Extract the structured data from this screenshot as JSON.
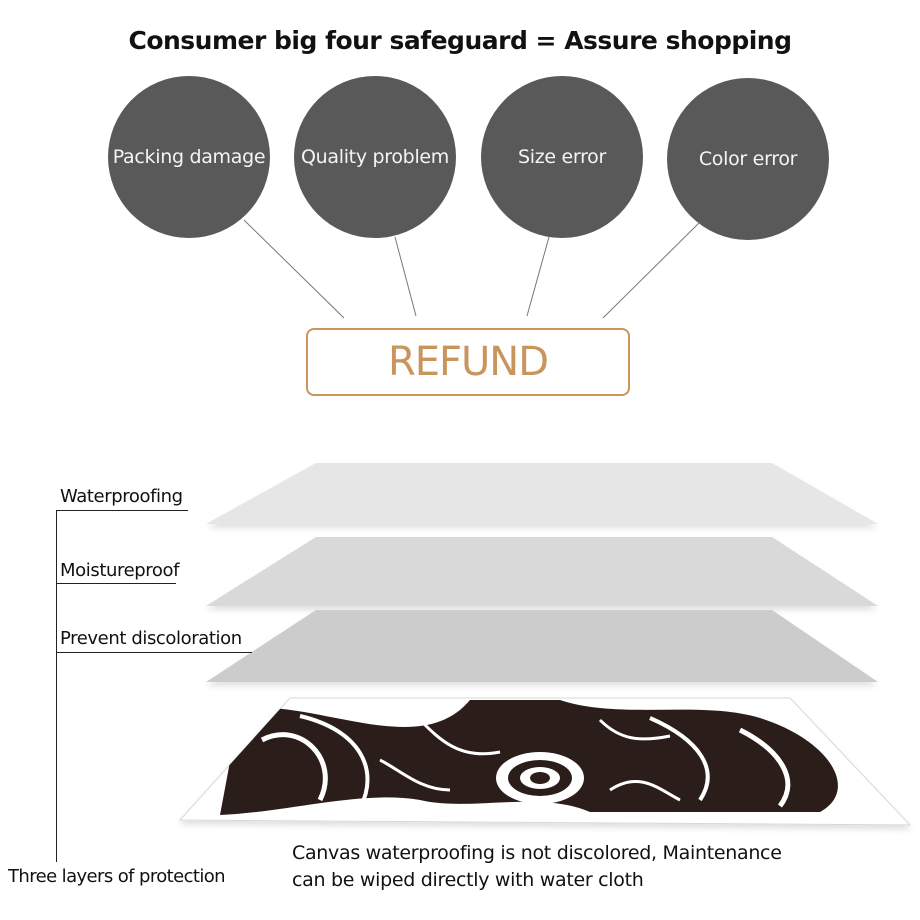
{
  "title": "Consumer big four safeguard = Assure shopping",
  "safeguards": [
    {
      "label": "Packing  damage"
    },
    {
      "label": "Quality  problem"
    },
    {
      "label": "Size  error"
    },
    {
      "label": "Color  error"
    }
  ],
  "refund_label": "REFUND",
  "layers": [
    {
      "label": "Waterproofing"
    },
    {
      "label": "Moistureproof"
    },
    {
      "label": "Prevent  discoloration"
    }
  ],
  "bottom_label": "Three layers of protection",
  "description": [
    "Canvas  waterproofing  is  not  discolored,  Maintenance",
    "can  be  wiped  directly  with  water  cloth"
  ],
  "colors": {
    "circle": "#595959",
    "refund_accent": "#c8955c",
    "layer_top": "#e6e6e6",
    "layer_mid": "#d9d9d9",
    "layer_low": "#cccccc"
  },
  "image_description_icon": "engraved-art-canvas"
}
